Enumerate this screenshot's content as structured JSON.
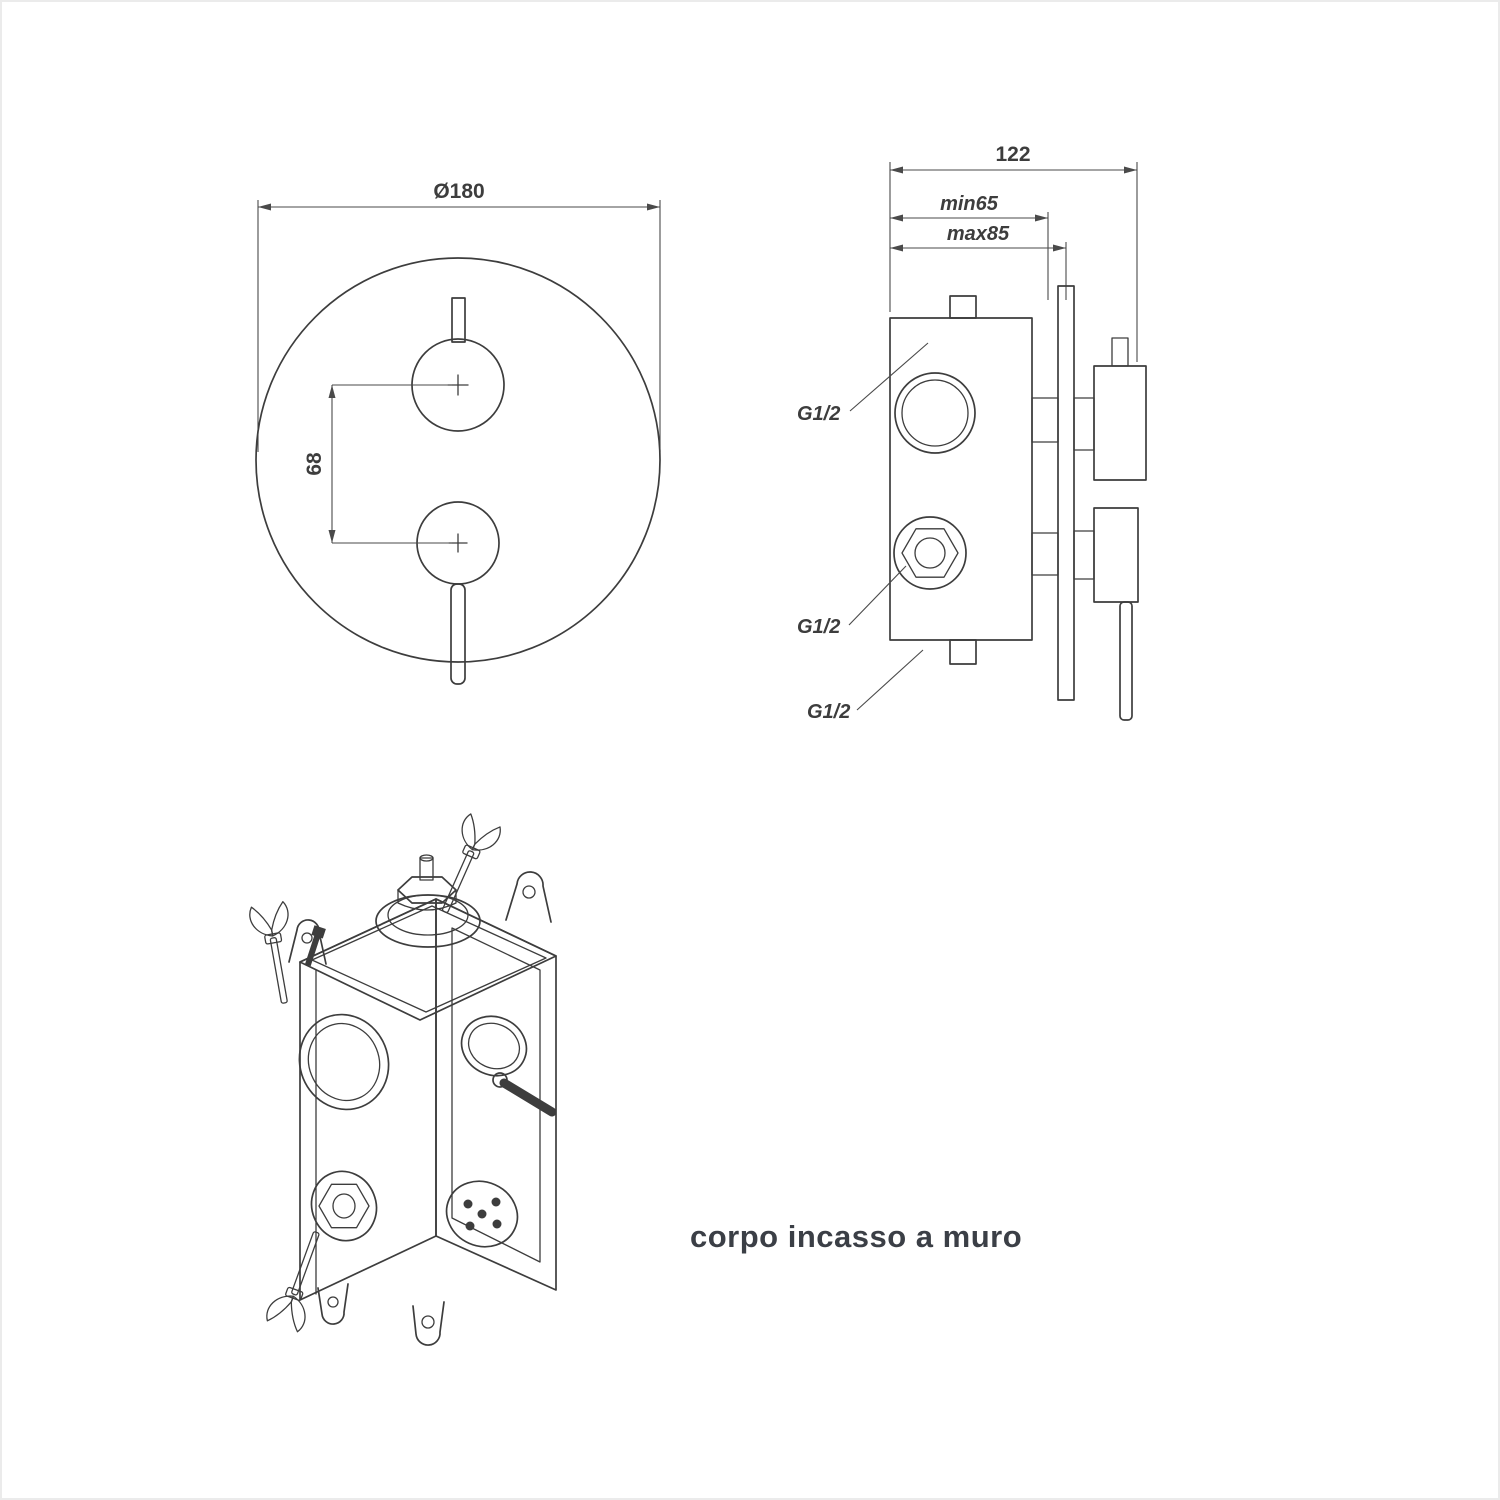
{
  "drawing": {
    "caption": "corpo incasso a muro",
    "front_view": {
      "diameter": "Ø180",
      "centers_distance": "68"
    },
    "side_view": {
      "total_depth": "122",
      "min_depth": "min65",
      "max_depth": "max85",
      "ports": [
        "G1/2",
        "G1/2",
        "G1/2"
      ]
    },
    "colors": {
      "line": "#3d3d3d",
      "dimension": "#4a4a4a",
      "text": "#3b3f46",
      "background": "#ffffff"
    }
  }
}
